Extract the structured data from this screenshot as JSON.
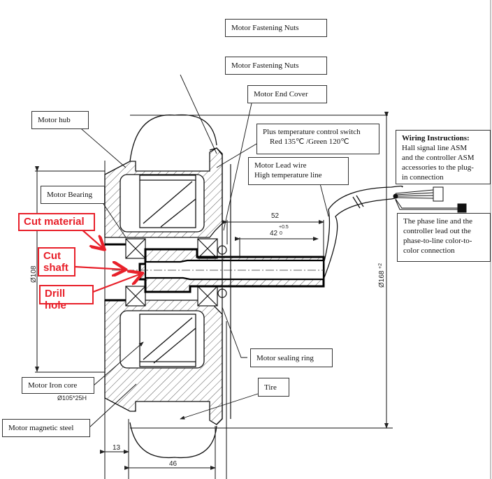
{
  "labels": {
    "fastening_nuts_1": "Motor Fastening Nuts",
    "fastening_nuts_2": "Motor Fastening Nuts",
    "end_cover": "Motor End Cover",
    "hub": "Motor hub",
    "temp_switch": [
      "Plus temperature control switch",
      "Red 135℃ /Green 120℃"
    ],
    "lead_wire": [
      "Motor Lead wire",
      "High temperature line"
    ],
    "bearing": "Motor Bearing",
    "sealing_ring": "Motor sealing ring",
    "tire": "Tire",
    "iron_core": "Motor Iron core",
    "iron_core_spec": "Ø105*25H",
    "magnetic_steel": "Motor magnetic steel",
    "wiring_title": "Wiring Instructions:",
    "wiring_body": [
      "Hall signal line ASM",
      "and the controller ASM",
      "accessories to the plug-",
      "in connection"
    ],
    "phase_line": [
      "The phase line and the",
      "controller lead out the",
      "phase-to-line color-to-",
      "color connection"
    ]
  },
  "annotations": {
    "cut_material": "Cut material",
    "cut_shaft": [
      "Cut",
      "shaft"
    ],
    "drill_hole": "Drill hole",
    "color": "#e8202a"
  },
  "dimensions": {
    "d52": "52",
    "d42": "42",
    "d42_tol_upper": "+0.5",
    "d42_tol_lower": "0",
    "d13": "13",
    "d46": "46",
    "dia108": "Ø108",
    "dia168": "Ø168",
    "dia168_tol": "+2"
  }
}
